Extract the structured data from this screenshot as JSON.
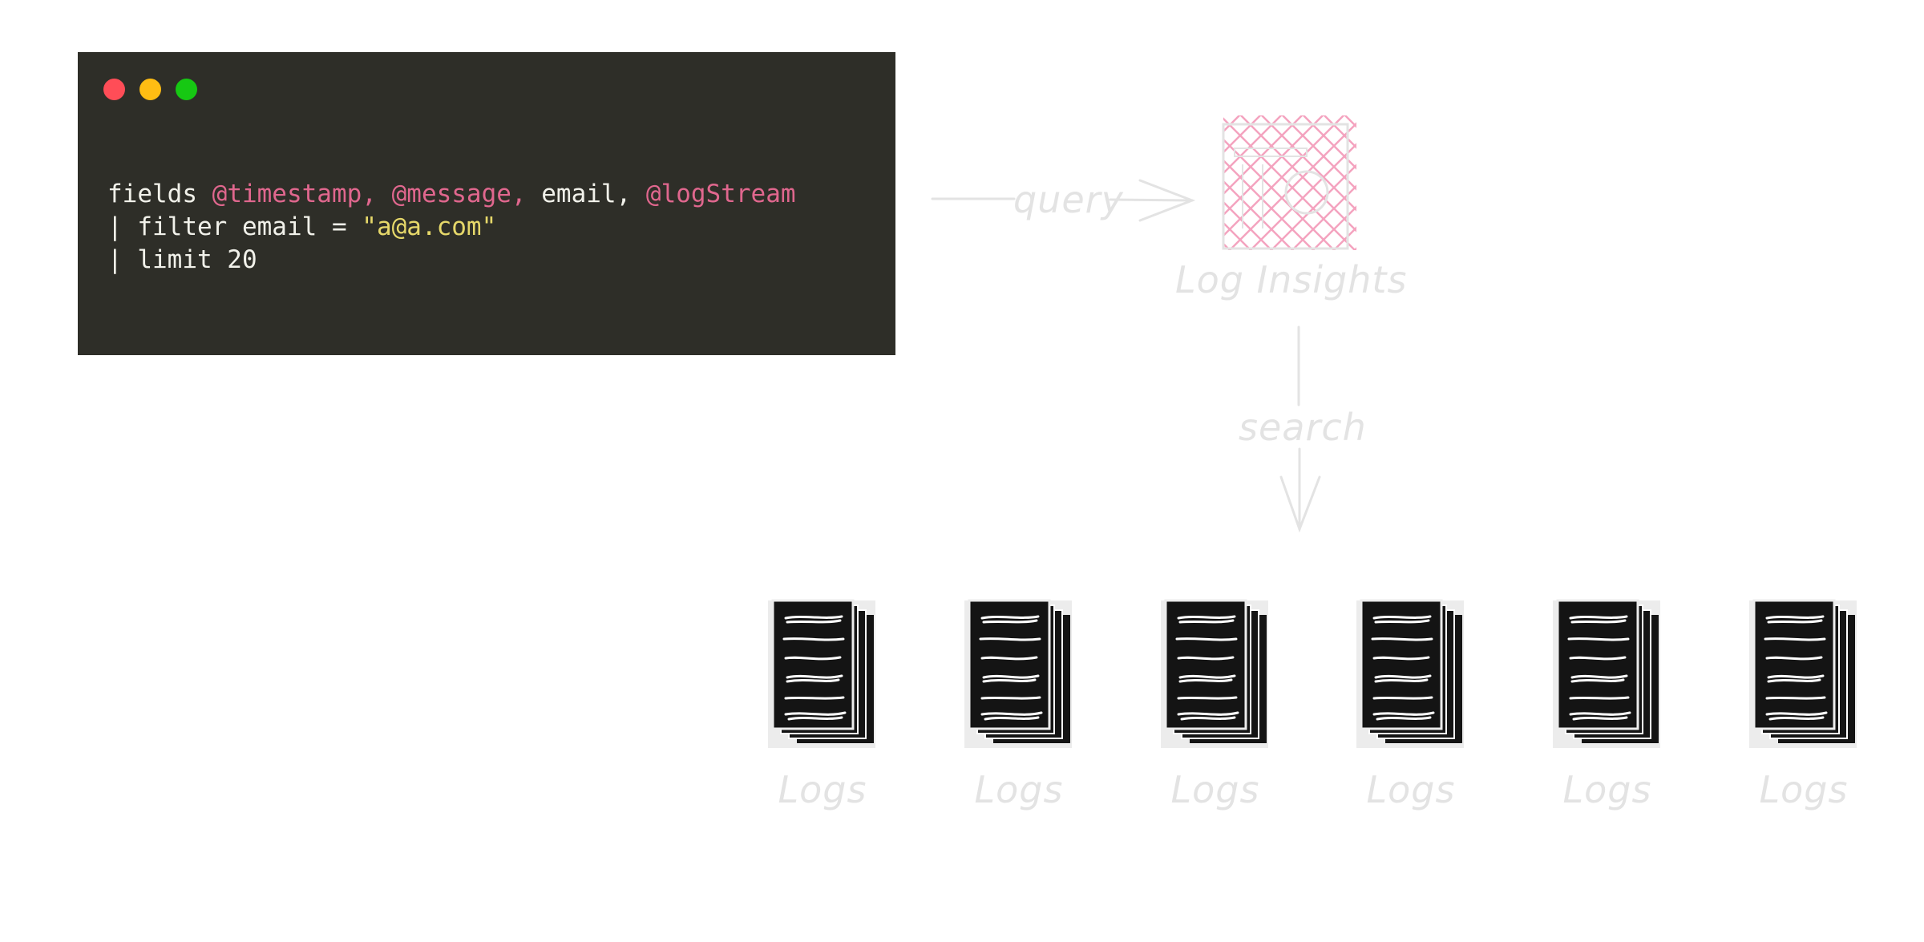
{
  "code_window": {
    "background": "#2e2e28",
    "buttons": [
      {
        "name": "close",
        "color": "#ff4d57"
      },
      {
        "name": "minimize",
        "color": "#ffbd13"
      },
      {
        "name": "maximize",
        "color": "#16c813"
      }
    ],
    "lines": [
      [
        {
          "text": "fields ",
          "color": "#f1f1ea"
        },
        {
          "text": "@timestamp, @message,",
          "color": "#e0678e"
        },
        {
          "text": " email, ",
          "color": "#f1f1ea"
        },
        {
          "text": "@logStream",
          "color": "#e0678e"
        }
      ],
      [
        {
          "text": "| filter email = ",
          "color": "#f1f1ea"
        },
        {
          "text": "\"a@a.com\"",
          "color": "#e6d86a"
        }
      ],
      [
        {
          "text": "| limit 20",
          "color": "#f1f1ea"
        }
      ]
    ]
  },
  "diagram": {
    "arrow_query_label": "query",
    "service_label": "Log Insights",
    "arrow_search_label": "search",
    "log_stacks": [
      "Logs",
      "Logs",
      "Logs",
      "Logs",
      "Logs",
      "Logs"
    ],
    "colors": {
      "faded": "#e3e3e3",
      "hatch": "#f4a3bf",
      "stack": "#141414"
    }
  }
}
